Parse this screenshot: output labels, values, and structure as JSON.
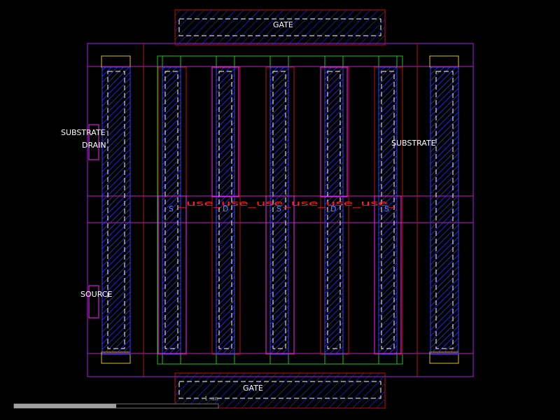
{
  "labels": {
    "gate_top": "GATE",
    "gate_bottom": "GATE",
    "substrate_left": "SUBSTRATE",
    "substrate_right": "SUBSTRATE",
    "drain": "DRAIN",
    "source": "SOURCE",
    "finger_1": "S",
    "finger_2": "D",
    "finger_3": "S",
    "finger_4": "D",
    "finger_5": "S",
    "overlap_text": "_use_use_use_use_use_use_",
    "scale_text": "1 um"
  },
  "colors": {
    "background": "#000000",
    "metal_blue": "#3a3aff",
    "outline_purple": "#a020f0",
    "poly_red": "#c01010",
    "active_green": "#20c020",
    "contact_white": "#ffffff",
    "well_magenta": "#ff20ff",
    "yellow": "#d8c020",
    "label_white": "#ffffff",
    "label_blue": "#5a8cff",
    "label_red": "#ff2020",
    "scrollbar": "#a0a0a0"
  },
  "scrollbar": {
    "position": 0.5
  }
}
